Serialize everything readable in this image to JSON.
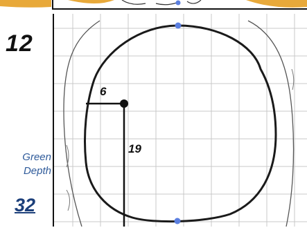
{
  "hole": {
    "number": "12"
  },
  "green_depth": {
    "label_line1": "Green",
    "label_line2": "Depth",
    "value": "32"
  },
  "dimensions": {
    "left_offset": "6",
    "back_offset": "19"
  },
  "colors": {
    "outline": "#1a1a1a",
    "grid": "#c9c9c9",
    "marker": "#5b7fe0",
    "bunker": "#e8a93a",
    "label_blue": "#2e5a9a"
  }
}
